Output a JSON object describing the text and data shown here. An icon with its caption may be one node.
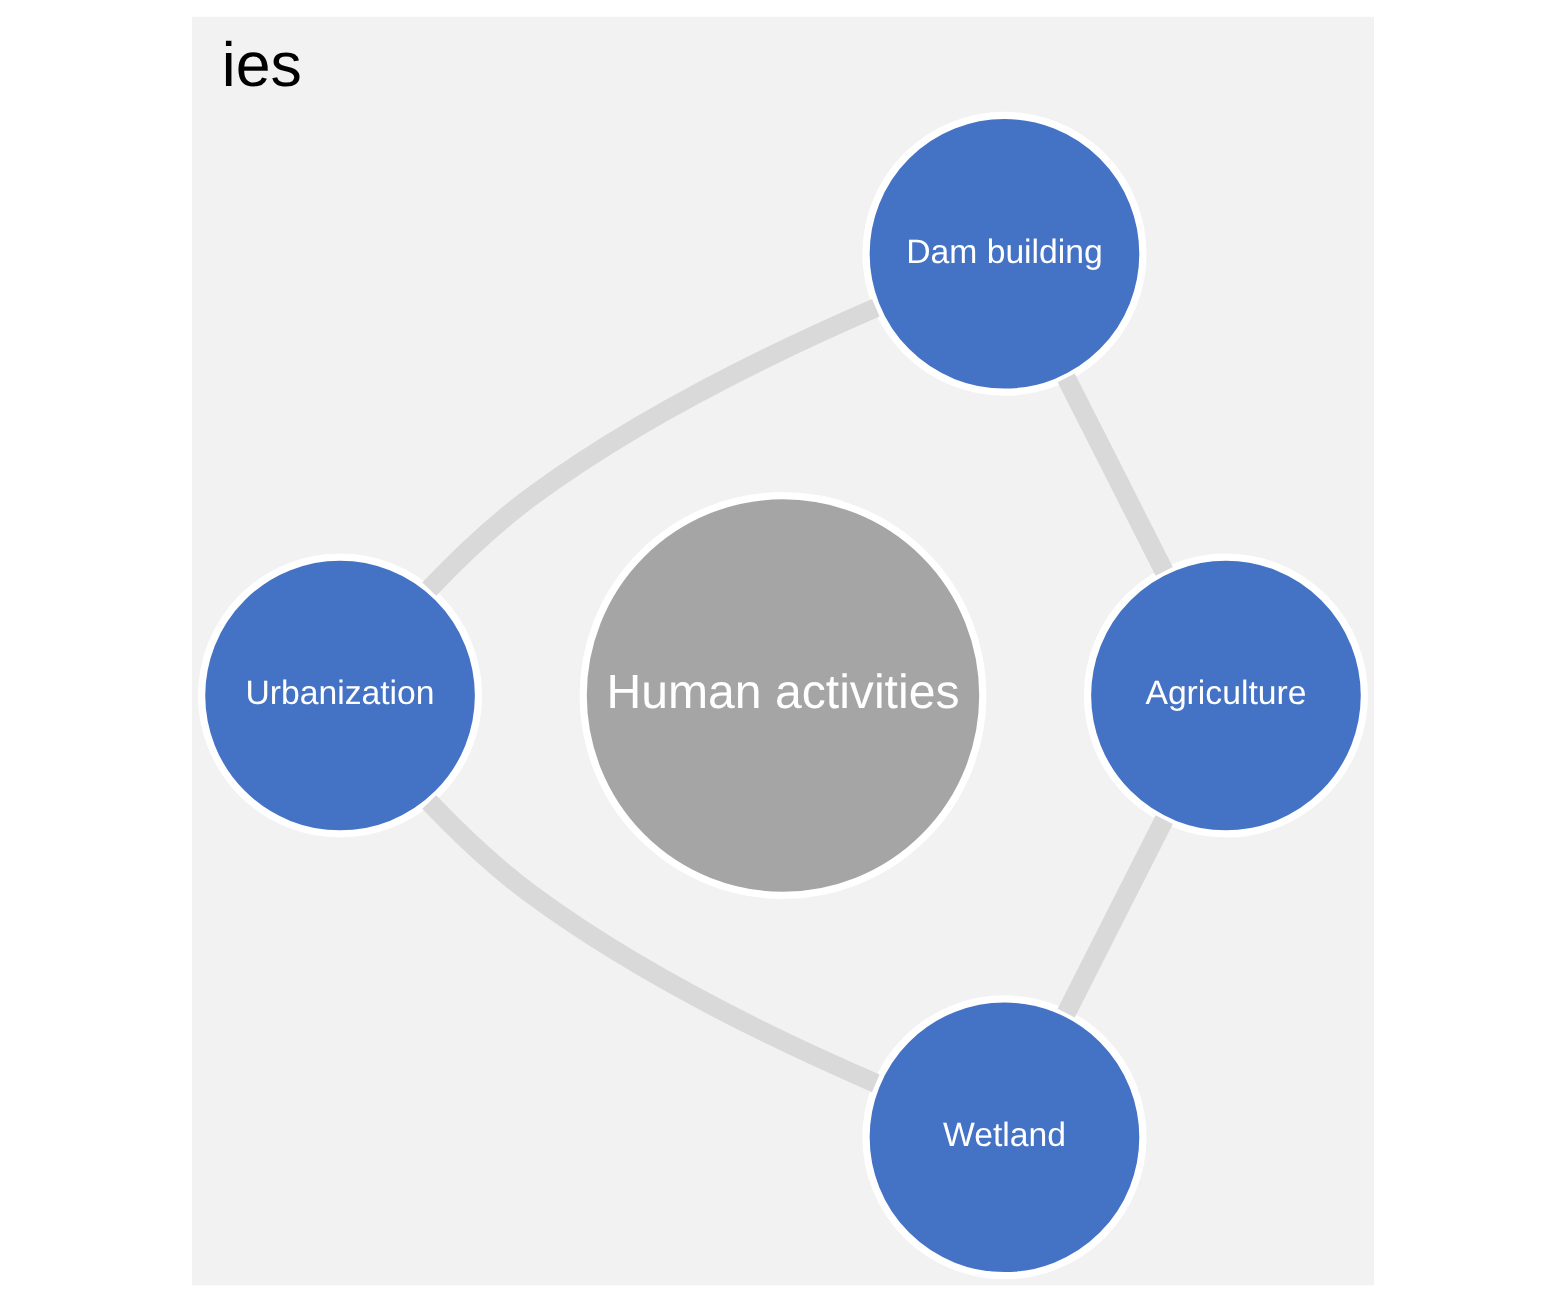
{
  "diagram": {
    "title": "ies",
    "nodes": [
      {
        "text": [
          "Dam building"
        ]
      },
      {
        "text": [
          "Urbanization"
        ]
      },
      {
        "text": [
          "Human activities"
        ]
      },
      {
        "text": [
          "Agriculture"
        ]
      },
      {
        "text": [
          "Wetland"
        ]
      }
    ],
    "edges": [
      {
        "from": 0,
        "to": 3,
        "arrow": "none"
      },
      {
        "from": 3,
        "to": 4,
        "arrow": "none"
      },
      {
        "from": 4,
        "to": 1,
        "arrow": "none"
      },
      {
        "from": 1,
        "to": 0,
        "arrow": "none"
      }
    ]
  }
}
